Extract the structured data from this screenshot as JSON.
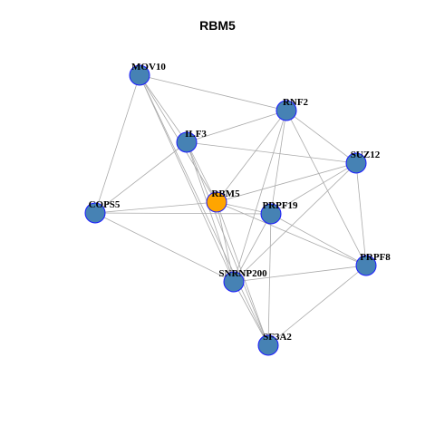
{
  "title": "RBM5",
  "colors": {
    "node_default": "#4682b4",
    "node_center": "#ffa500",
    "node_stroke": "#1a1aff",
    "edge": "#aaaaaa"
  },
  "nodes": [
    {
      "id": "MOV10",
      "label": "MOV10",
      "center": false
    },
    {
      "id": "RNF2",
      "label": "RNF2",
      "center": false
    },
    {
      "id": "ILF3",
      "label": "ILF3",
      "center": false
    },
    {
      "id": "SUZ12",
      "label": "SUZ12",
      "center": false
    },
    {
      "id": "COPS5",
      "label": "COPS5",
      "center": false
    },
    {
      "id": "RBM5",
      "label": "RBM5",
      "center": true
    },
    {
      "id": "PRPF19",
      "label": "PRPF19",
      "center": false
    },
    {
      "id": "PRPF8",
      "label": "PRPF8",
      "center": false
    },
    {
      "id": "SNRNP200",
      "label": "SNRNP200",
      "center": false
    },
    {
      "id": "SF3A2",
      "label": "SF3A2",
      "center": false
    }
  ],
  "edges": [
    [
      "MOV10",
      "RNF2"
    ],
    [
      "MOV10",
      "ILF3"
    ],
    [
      "MOV10",
      "COPS5"
    ],
    [
      "MOV10",
      "RBM5"
    ],
    [
      "MOV10",
      "SNRNP200"
    ],
    [
      "MOV10",
      "SF3A2"
    ],
    [
      "RNF2",
      "ILF3"
    ],
    [
      "RNF2",
      "SUZ12"
    ],
    [
      "RNF2",
      "RBM5"
    ],
    [
      "RNF2",
      "PRPF19"
    ],
    [
      "RNF2",
      "PRPF8"
    ],
    [
      "RNF2",
      "SNRNP200"
    ],
    [
      "ILF3",
      "SUZ12"
    ],
    [
      "ILF3",
      "COPS5"
    ],
    [
      "ILF3",
      "RBM5"
    ],
    [
      "ILF3",
      "SNRNP200"
    ],
    [
      "ILF3",
      "SF3A2"
    ],
    [
      "SUZ12",
      "RBM5"
    ],
    [
      "SUZ12",
      "PRPF19"
    ],
    [
      "SUZ12",
      "PRPF8"
    ],
    [
      "SUZ12",
      "SNRNP200"
    ],
    [
      "COPS5",
      "RBM5"
    ],
    [
      "COPS5",
      "PRPF19"
    ],
    [
      "COPS5",
      "SNRNP200"
    ],
    [
      "RBM5",
      "PRPF19"
    ],
    [
      "RBM5",
      "PRPF8"
    ],
    [
      "RBM5",
      "SNRNP200"
    ],
    [
      "RBM5",
      "SF3A2"
    ],
    [
      "PRPF19",
      "PRPF8"
    ],
    [
      "PRPF19",
      "SNRNP200"
    ],
    [
      "PRPF19",
      "SF3A2"
    ],
    [
      "PRPF8",
      "SNRNP200"
    ],
    [
      "PRPF8",
      "SF3A2"
    ],
    [
      "SNRNP200",
      "SF3A2"
    ]
  ]
}
